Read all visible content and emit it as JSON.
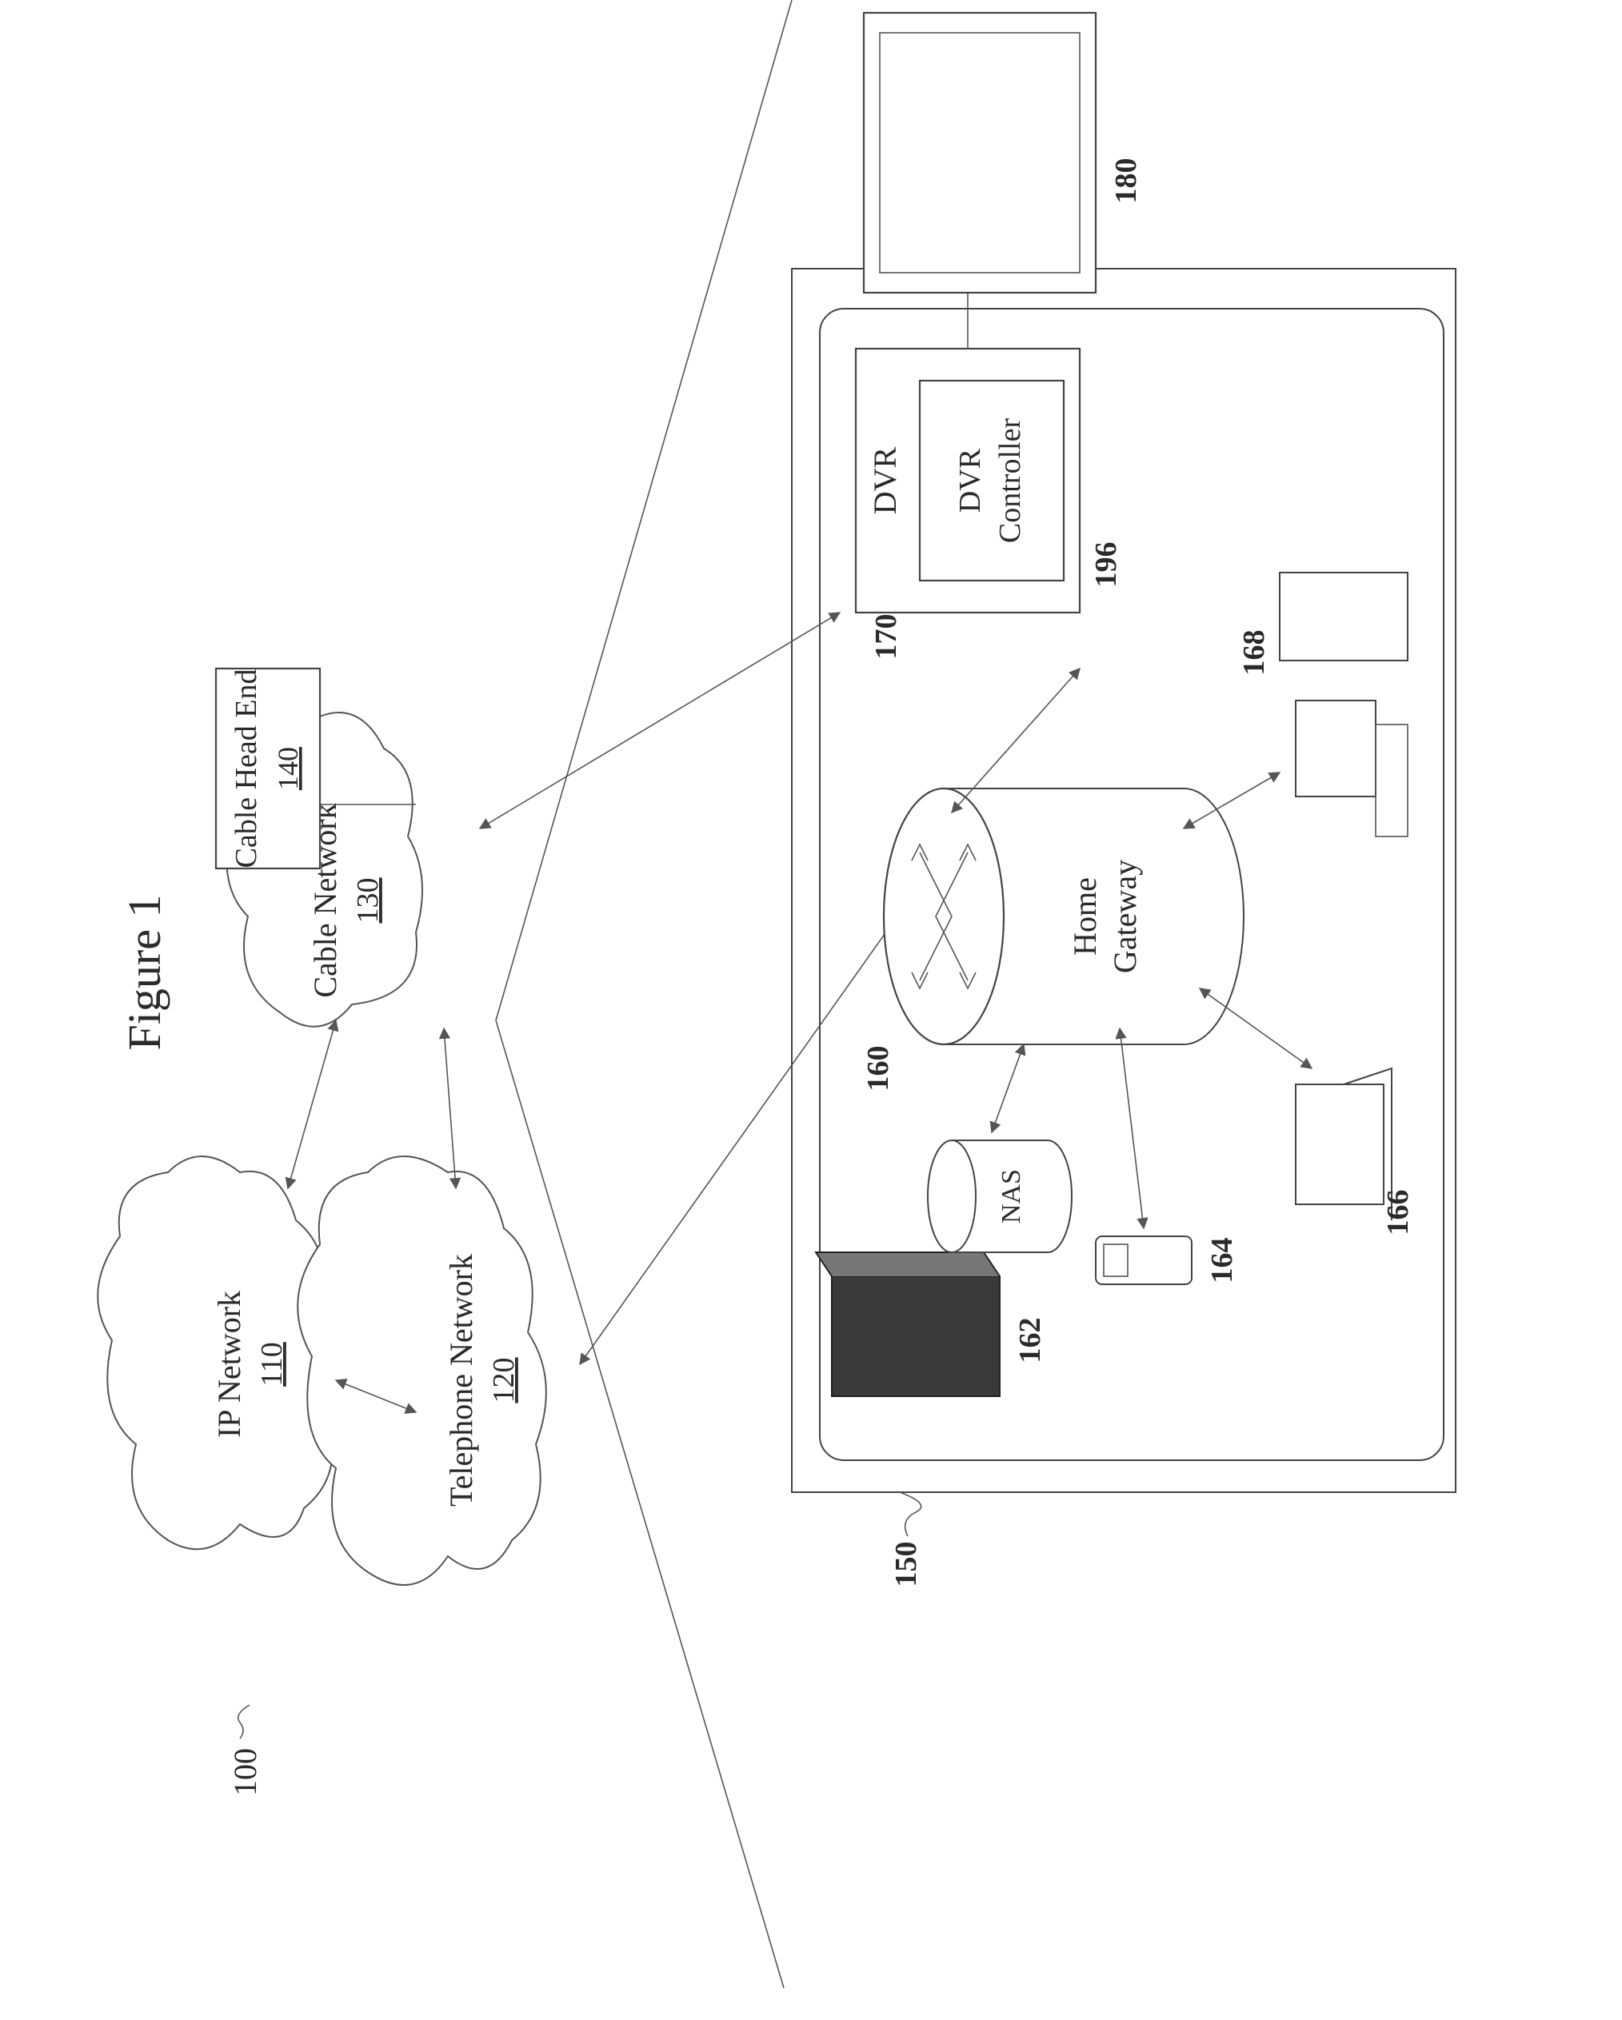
{
  "figure": {
    "title": "Figure 1",
    "ref_100": "100",
    "ip_network": {
      "label": "IP Network",
      "ref": "110"
    },
    "telephone_network": {
      "label": "Telephone Network",
      "ref": "120"
    },
    "cable_network": {
      "label": "Cable Network",
      "ref": "130"
    },
    "cable_head_end": {
      "label": "Cable Head End",
      "ref": "140"
    },
    "premises_ref": "150",
    "home_gateway": {
      "label_line1": "Home",
      "label_line2": "Gateway",
      "ref": "160"
    },
    "server_ref": "162",
    "nas_label": "NAS",
    "phone_ref": "164",
    "laptop_ref": "166",
    "desktop_ref": "168",
    "dvr": {
      "label": "DVR",
      "ref": "170"
    },
    "dvr_controller": {
      "label_line1": "DVR",
      "label_line2": "Controller",
      "ref": "196"
    },
    "tv_ref": "180"
  },
  "colors": {
    "line": "#444444",
    "background": "#ffffff",
    "server_fill": "#3a3a3a"
  }
}
